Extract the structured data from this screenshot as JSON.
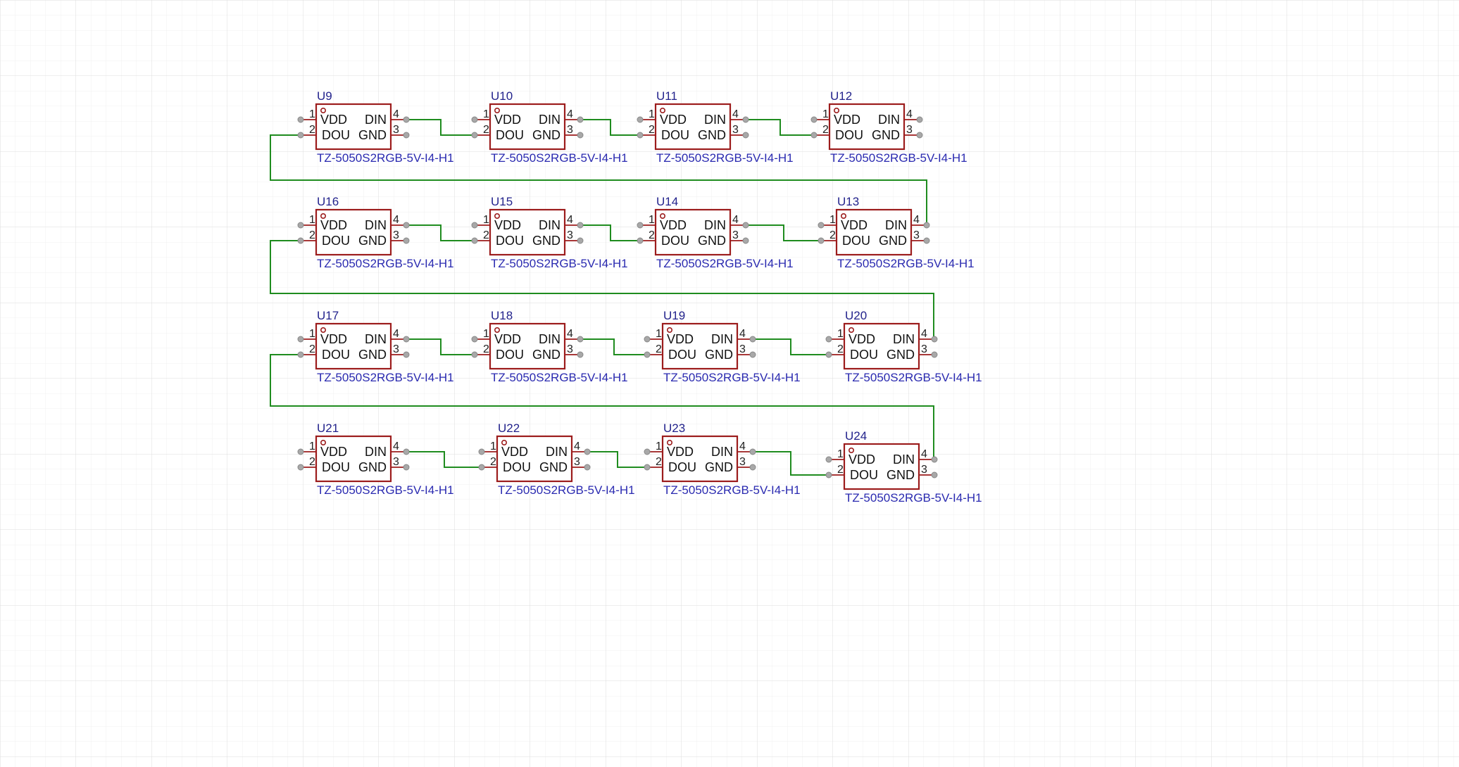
{
  "schematic": {
    "colors": {
      "grid_minor": "#f0f0f0",
      "grid_major": "#dcdcdc",
      "body": "#9c1c1c",
      "wire": "#1f8c1f",
      "pin_line": "#9c1c1c",
      "pin_dot": "#a8a8a8",
      "ref": "#23238c",
      "part": "#2a2ab0"
    },
    "pin_names": {
      "vdd": "VDD",
      "din": "DIN",
      "dou": "DOU",
      "gnd": "GND"
    },
    "pin_numbers": {
      "vdd": "1",
      "dou": "2",
      "gnd": "3",
      "din": "4"
    },
    "components": [
      {
        "ref": "U9",
        "part": "TZ-5050S2RGB-5V-I4-H1"
      },
      {
        "ref": "U10",
        "part": "TZ-5050S2RGB-5V-I4-H1"
      },
      {
        "ref": "U11",
        "part": "TZ-5050S2RGB-5V-I4-H1"
      },
      {
        "ref": "U12",
        "part": "TZ-5050S2RGB-5V-I4-H1"
      },
      {
        "ref": "U16",
        "part": "TZ-5050S2RGB-5V-I4-H1"
      },
      {
        "ref": "U15",
        "part": "TZ-5050S2RGB-5V-I4-H1"
      },
      {
        "ref": "U14",
        "part": "TZ-5050S2RGB-5V-I4-H1"
      },
      {
        "ref": "U13",
        "part": "TZ-5050S2RGB-5V-I4-H1"
      },
      {
        "ref": "U17",
        "part": "TZ-5050S2RGB-5V-I4-H1"
      },
      {
        "ref": "U18",
        "part": "TZ-5050S2RGB-5V-I4-H1"
      },
      {
        "ref": "U19",
        "part": "TZ-5050S2RGB-5V-I4-H1"
      },
      {
        "ref": "U20",
        "part": "TZ-5050S2RGB-5V-I4-H1"
      },
      {
        "ref": "U21",
        "part": "TZ-5050S2RGB-5V-I4-H1"
      },
      {
        "ref": "U22",
        "part": "TZ-5050S2RGB-5V-I4-H1"
      },
      {
        "ref": "U23",
        "part": "TZ-5050S2RGB-5V-I4-H1"
      },
      {
        "ref": "U24",
        "part": "TZ-5050S2RGB-5V-I4-H1"
      }
    ]
  }
}
